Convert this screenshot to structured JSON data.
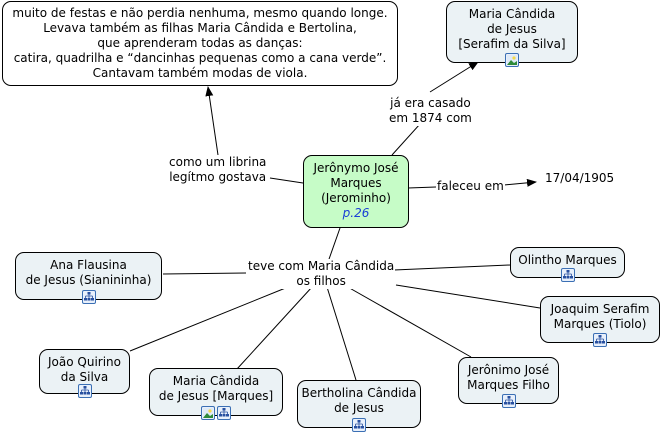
{
  "central": {
    "lines": [
      "Jerônymo José",
      "Marques",
      "(Jerominho)"
    ],
    "ref_link": "p.26"
  },
  "note": {
    "lines": [
      "muito de festas e não perdia nenhuma, mesmo quando longe.",
      "Levava também as filhas Maria Cândida e Bertolina,",
      "que aprenderam todas as danças:",
      "catira, quadrilha e “dancinhas pequenas como a cana verde”.",
      "Cantavam também modas de viola."
    ]
  },
  "links": {
    "gostava": [
      "como um librina",
      "legítmo gostava"
    ],
    "casado": [
      "já era casado",
      "em 1874 com"
    ],
    "faleceu": "faleceu em",
    "filhos": [
      "teve com Maria Cândida",
      "os filhos"
    ]
  },
  "date": "17/04/1905",
  "spouse": {
    "lines": [
      "Maria Cândida",
      "de Jesus",
      "[Serafim da Silva]"
    ],
    "icons": [
      "image-icon"
    ]
  },
  "children": [
    {
      "id": "ana",
      "lines": [
        "Ana Flausina",
        "de Jesus (Sianininha)"
      ],
      "icons": [
        "concept-map-icon"
      ]
    },
    {
      "id": "joao",
      "lines": [
        "João Quirino",
        "da Silva"
      ],
      "icons": [
        "concept-map-icon"
      ]
    },
    {
      "id": "maria",
      "lines": [
        "Maria Cândida",
        "de Jesus [Marques]"
      ],
      "icons": [
        "image-icon",
        "concept-map-icon"
      ]
    },
    {
      "id": "bertholina",
      "lines": [
        "Bertholina Cândida",
        "de Jesus"
      ],
      "icons": [
        "concept-map-icon"
      ]
    },
    {
      "id": "jeronimo",
      "lines": [
        "Jerônimo José",
        "Marques Filho"
      ],
      "icons": [
        "concept-map-icon"
      ]
    },
    {
      "id": "joaquim",
      "lines": [
        "Joaquim Serafim",
        "Marques (Tiolo)"
      ],
      "icons": [
        "concept-map-icon"
      ]
    },
    {
      "id": "olintho",
      "lines": [
        "Olintho Marques"
      ],
      "icons": [
        "concept-map-icon"
      ]
    }
  ]
}
